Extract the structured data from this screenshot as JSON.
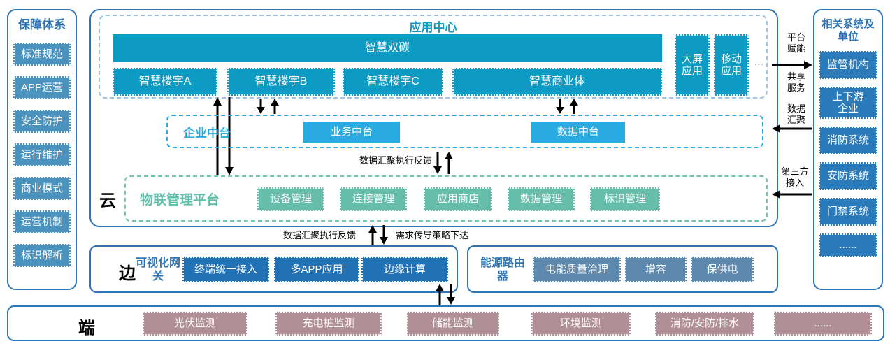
{
  "colors": {
    "frame_blue": "#2e75b6",
    "app_teal": "#0d9bc4",
    "platform_blue": "#29abe2",
    "cloud_green": "#66bda9",
    "edge_blue": "#2171b5",
    "energy_blue": "#5e89ae",
    "terminal_mauve": "#b18f97",
    "left_item_blue": "#4a93bf",
    "right_item_blue": "#2b7ab9"
  },
  "left_sidebar": {
    "title": "保障体系",
    "items": [
      "标准规范",
      "APP运营",
      "安全防护",
      "运行维护",
      "商业模式",
      "运营机制",
      "标识解析"
    ]
  },
  "app_center": {
    "title": "应用中心",
    "banner": "智慧双碳",
    "apps": [
      "智慧楼宇A",
      "智慧楼宇B",
      "智慧楼宇C",
      "智慧商业体"
    ],
    "side_apps": [
      "大屏应用",
      "移动应用"
    ],
    "more": "..."
  },
  "enterprise": {
    "title": "企业中台",
    "items": [
      "业务中台",
      "数据中台"
    ]
  },
  "cloud": {
    "layer_label": "云",
    "platform": "物联管理平台",
    "items": [
      "设备管理",
      "连接管理",
      "应用商店",
      "数据管理",
      "标识管理"
    ]
  },
  "edge": {
    "layer_label": "边",
    "gateway_title": "可视化网关",
    "gateway_items": [
      "终端统一接入",
      "多APP应用",
      "边缘计算"
    ],
    "router_title": "能源路由器",
    "router_items": [
      "电能质量治理",
      "增容",
      "保供电"
    ]
  },
  "terminal": {
    "layer_label": "端",
    "items": [
      "光伏监测",
      "充电桩监测",
      "储能监测",
      "环境监测",
      "消防/安防/排水",
      "......"
    ]
  },
  "right_sidebar": {
    "title": "相关系统及单位",
    "items": [
      "监管机构",
      "上下游企业",
      "消防系统",
      "安防系统",
      "门禁系统",
      "......"
    ]
  },
  "flows": {
    "data_exec_feedback_mid": "数据汇聚执行反馈",
    "data_exec_feedback_lower": "数据汇聚执行反馈",
    "demand_policy": "需求传导策略下达",
    "platform_enable": "平台赋能",
    "shared_service": "共享服务",
    "data_aggregation": "数据汇聚",
    "third_party_access": "第三方接入"
  }
}
